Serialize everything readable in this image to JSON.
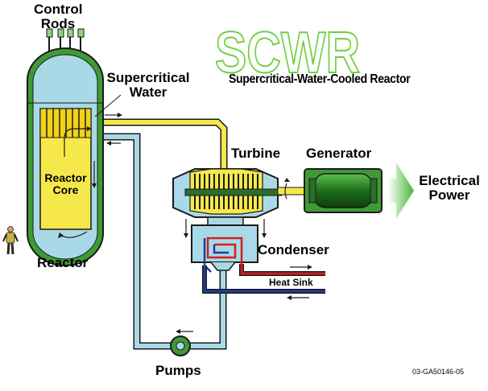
{
  "logo": {
    "text": "SCWR",
    "color": "#6fcf3f"
  },
  "title": "Supercritical-Water-Cooled Reactor",
  "labels": {
    "control_rods_line1": "Control",
    "control_rods_line2": "Rods",
    "supercritical_line1": "Supercritical",
    "supercritical_line2": "Water",
    "reactor_core_line1": "Reactor",
    "reactor_core_line2": "Core",
    "reactor": "Reactor",
    "turbine": "Turbine",
    "generator": "Generator",
    "electrical_line1": "Electrical",
    "electrical_line2": "Power",
    "condenser": "Condenser",
    "heat_sink": "Heat Sink",
    "pumps": "Pumps",
    "figure_id": "03-GA50146-05"
  },
  "colors": {
    "vessel_green": "#3f9a35",
    "water_blue": "#a9d9e6",
    "hot_yellow": "#f6e84a",
    "dark_outline": "#1a1a1a",
    "heat_sink_red": "#d22020",
    "heat_sink_blue": "#1f3f9a"
  }
}
